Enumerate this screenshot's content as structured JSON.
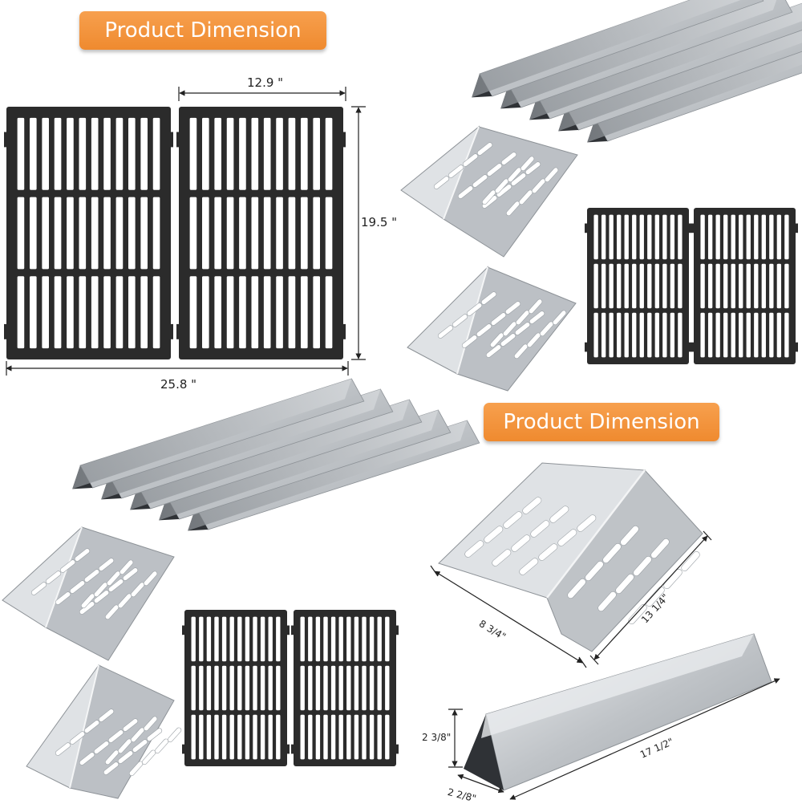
{
  "header": {
    "badge_top": "Product Dimension",
    "badge_bottom": "Product Dimension"
  },
  "grate_dimensions": {
    "width_single": "12.9 \"",
    "height": "19.5 \"",
    "width_total": "25.8 \""
  },
  "plate_dimensions": {
    "width": "8 3/4\"",
    "length": "13 1/4\""
  },
  "bar_dimensions": {
    "length": "17 1/2\"",
    "height": "2 3/8\"",
    "base": "2 2/8\""
  },
  "colors": {
    "badge": "#f29238",
    "grate": "#2b2b2b",
    "steel": "#c9cccf"
  }
}
